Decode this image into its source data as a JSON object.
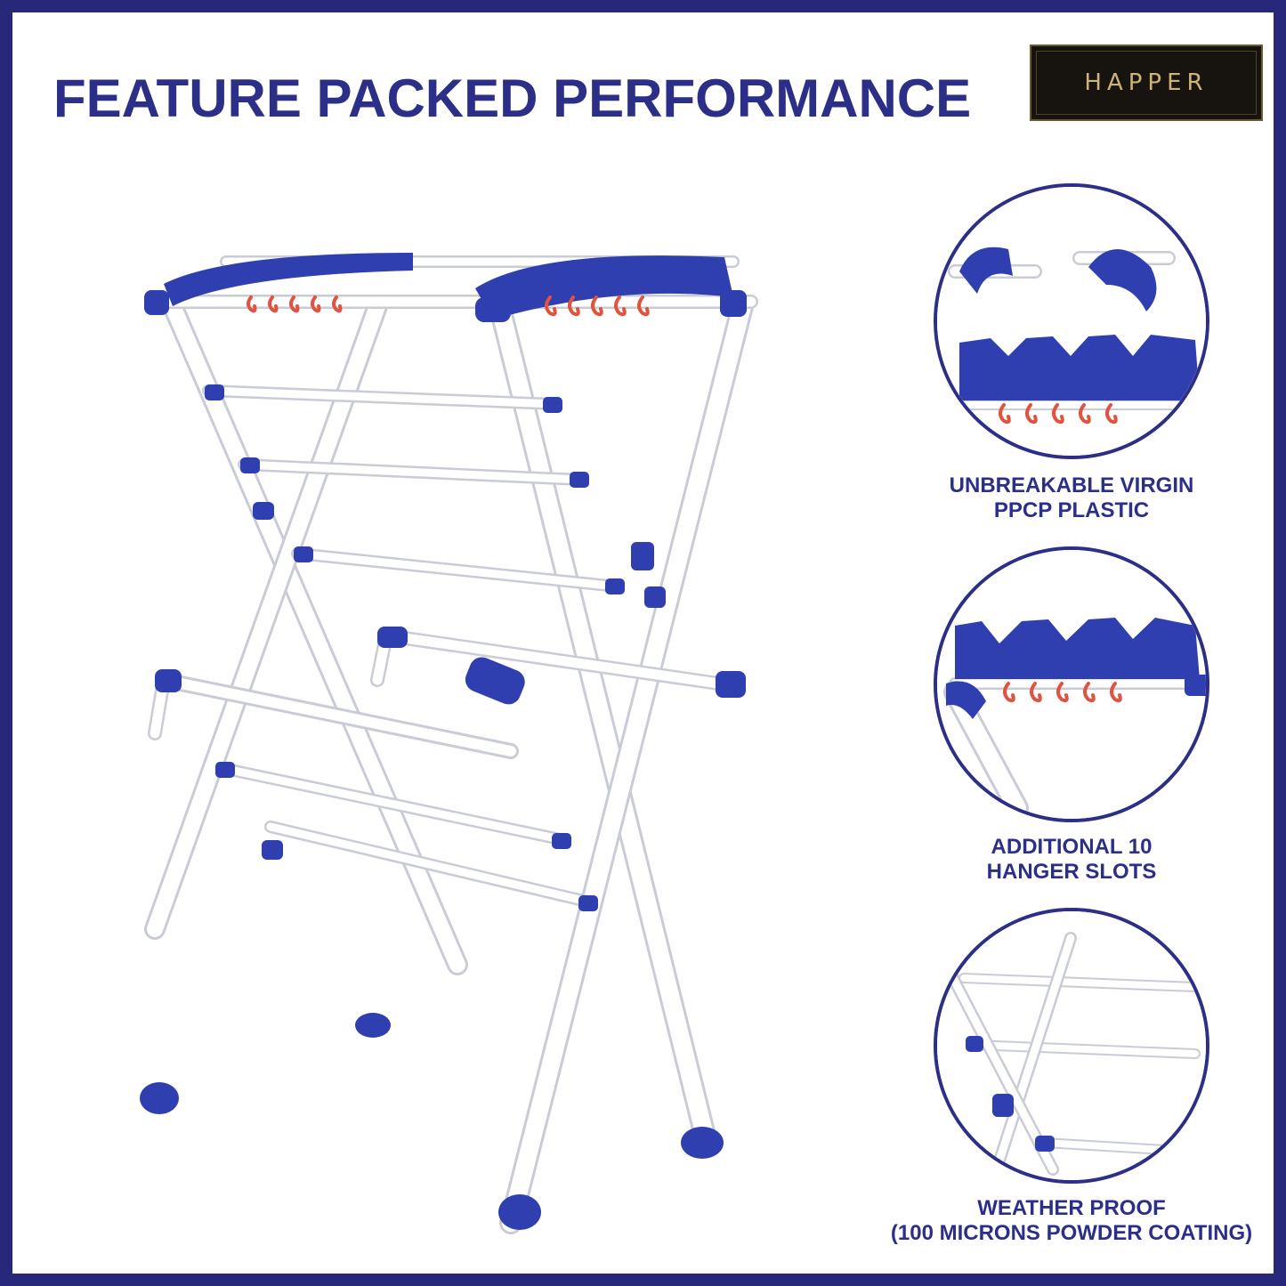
{
  "headline": "FEATURE PACKED PERFORMANCE",
  "brand": "HAPPER",
  "features": [
    {
      "line1": "UNBREAKABLE VIRGIN",
      "line2": "PPCP PLASTIC",
      "icon": "plastic-parts-closeup"
    },
    {
      "line1": "ADDITIONAL 10",
      "line2": "HANGER SLOTS",
      "icon": "hanger-hooks-closeup"
    },
    {
      "line1": "WEATHER PROOF",
      "line2": "(100 MICRONS POWDER COATING)",
      "icon": "steel-frame-closeup"
    }
  ],
  "colors": {
    "brand_blue": "#2c2f87",
    "part_blue": "#2f3fb0",
    "hook_red": "#e0533f",
    "frame_white": "#f7f7f9"
  }
}
